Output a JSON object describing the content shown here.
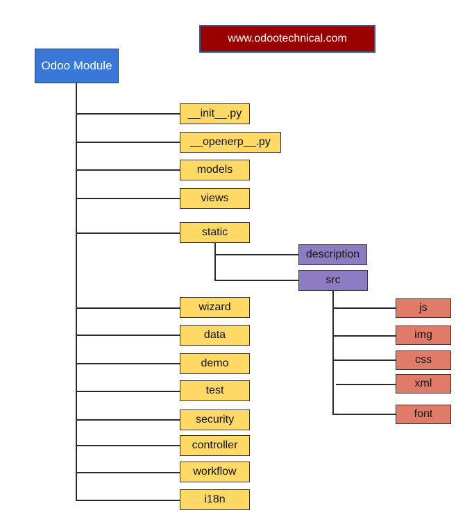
{
  "banner": {
    "text": "www.odootechnical.com"
  },
  "root": {
    "label": "Odoo Module"
  },
  "module_items": {
    "init": "__init__.py",
    "openerp": "__openerp__.py",
    "models": "models",
    "views": "views",
    "static": "static",
    "wizard": "wizard",
    "data": "data",
    "demo": "demo",
    "test": "test",
    "security": "security",
    "controller": "controller",
    "workflow": "workflow",
    "i18n": "i18n"
  },
  "static_children": {
    "description": "description",
    "src": "src"
  },
  "src_children": {
    "js": "js",
    "img": "img",
    "css": "css",
    "xml": "xml",
    "font": "font"
  },
  "colors": {
    "banner": "#9b0000",
    "root": "#3a78d8",
    "module_item": "#ffd966",
    "static_child": "#8e7cc3",
    "src_child": "#e07b68"
  }
}
